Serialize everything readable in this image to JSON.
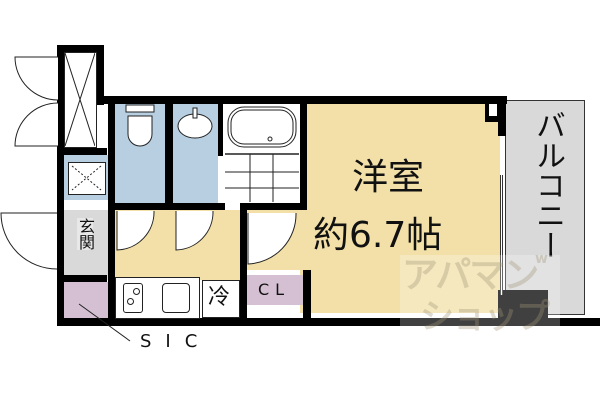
{
  "floorplan": {
    "rooms": {
      "western_room": {
        "label": "洋室",
        "size": "約6.7帖"
      },
      "balcony": {
        "label": "バルコニー"
      },
      "entrance": {
        "label": "玄関"
      },
      "closet": {
        "label": "CL"
      },
      "refrigerator": {
        "label": "冷"
      },
      "sic": {
        "label": "SIC"
      }
    },
    "colors": {
      "living": "#f2e0a8",
      "wet_area": "#b7cfe0",
      "storage": "#d4c0d2",
      "balcony": "#d9d9d9",
      "wall": "#000000"
    },
    "watermark": {
      "line1": "アパマン",
      "line2": "ショップ",
      "mark": "w"
    }
  }
}
